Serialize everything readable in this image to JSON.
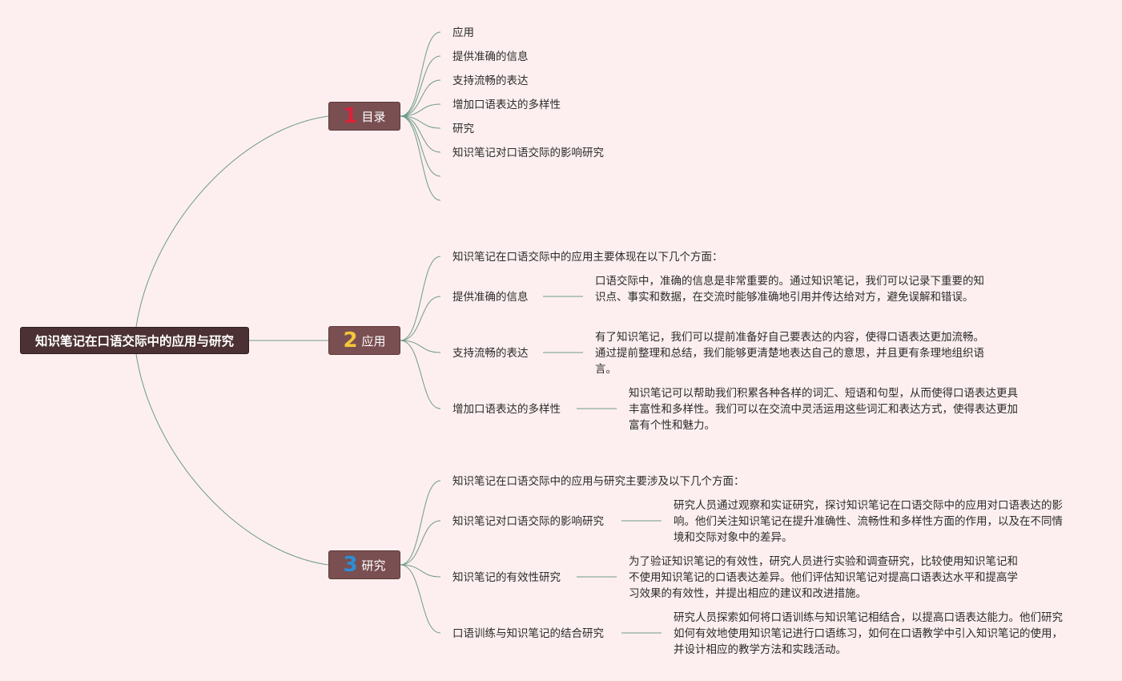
{
  "root": {
    "title": "知识笔记在口语交际中的应用与研究"
  },
  "branches": [
    {
      "num": "1",
      "label": "目录"
    },
    {
      "num": "2",
      "label": "应用"
    },
    {
      "num": "3",
      "label": "研究"
    }
  ],
  "toc": {
    "items": [
      "应用",
      "提供准确的信息",
      "支持流畅的表达",
      "增加口语表达的多样性",
      "研究",
      "知识笔记对口语交际的影响研究",
      "",
      ""
    ]
  },
  "application": {
    "intro": "知识笔记在口语交际中的应用主要体现在以下几个方面：",
    "items": [
      {
        "title": "提供准确的信息",
        "detail": "口语交际中，准确的信息是非常重要的。通过知识笔记，我们可以记录下重要的知识点、事实和数据，在交流时能够准确地引用并传达给对方，避免误解和错误。"
      },
      {
        "title": "支持流畅的表达",
        "detail": "有了知识笔记，我们可以提前准备好自己要表达的内容，使得口语表达更加流畅。通过提前整理和总结，我们能够更清楚地表达自己的意思，并且更有条理地组织语言。"
      },
      {
        "title": "增加口语表达的多样性",
        "detail": "知识笔记可以帮助我们积累各种各样的词汇、短语和句型，从而使得口语表达更具丰富性和多样性。我们可以在交流中灵活运用这些词汇和表达方式，使得表达更加富有个性和魅力。"
      }
    ]
  },
  "research": {
    "intro": "知识笔记在口语交际中的应用与研究主要涉及以下几个方面：",
    "items": [
      {
        "title": "知识笔记对口语交际的影响研究",
        "detail": "研究人员通过观察和实证研究，探讨知识笔记在口语交际中的应用对口语表达的影响。他们关注知识笔记在提升准确性、流畅性和多样性方面的作用，以及在不同情境和交际对象中的差异。"
      },
      {
        "title": "知识笔记的有效性研究",
        "detail": "为了验证知识笔记的有效性，研究人员进行实验和调查研究，比较使用知识笔记和不使用知识笔记的口语表达差异。他们评估知识笔记对提高口语表达水平和提高学习效果的有效性，并提出相应的建议和改进措施。"
      },
      {
        "title": "口语训练与知识笔记的结合研究",
        "detail": "研究人员探索如何将口语训练与知识笔记相结合，以提高口语表达能力。他们研究如何有效地使用知识笔记进行口语练习，如何在口语教学中引入知识笔记的使用，并设计相应的教学方法和实践活动。"
      }
    ]
  },
  "colors": {
    "background": "#fdeff0",
    "connector": "#6f9a8a",
    "root_fill": "#4b3133",
    "branch_fill": "#7a4f51",
    "num1": "#e0203a",
    "num2": "#f5c63a",
    "num3": "#2a8fd6"
  }
}
